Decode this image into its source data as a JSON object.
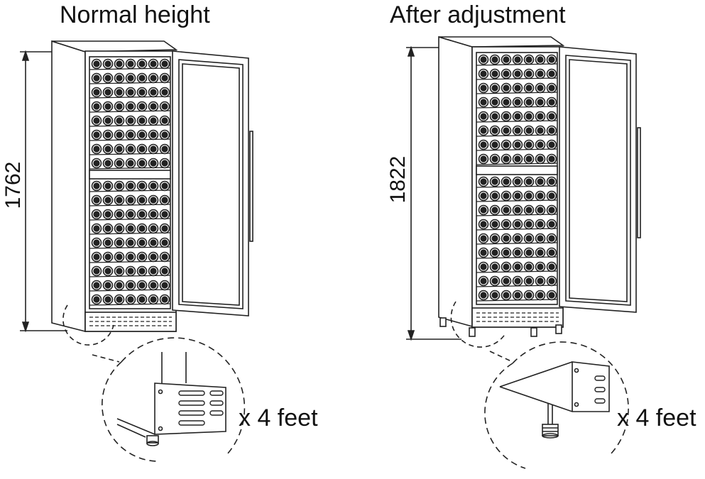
{
  "left_panel": {
    "title": "Normal height",
    "dimension": "1762",
    "feet_label": "x 4 feet"
  },
  "right_panel": {
    "title": "After adjustment",
    "dimension": "1822",
    "feet_label": "x 4 feet"
  },
  "stroke_color": "#222222"
}
